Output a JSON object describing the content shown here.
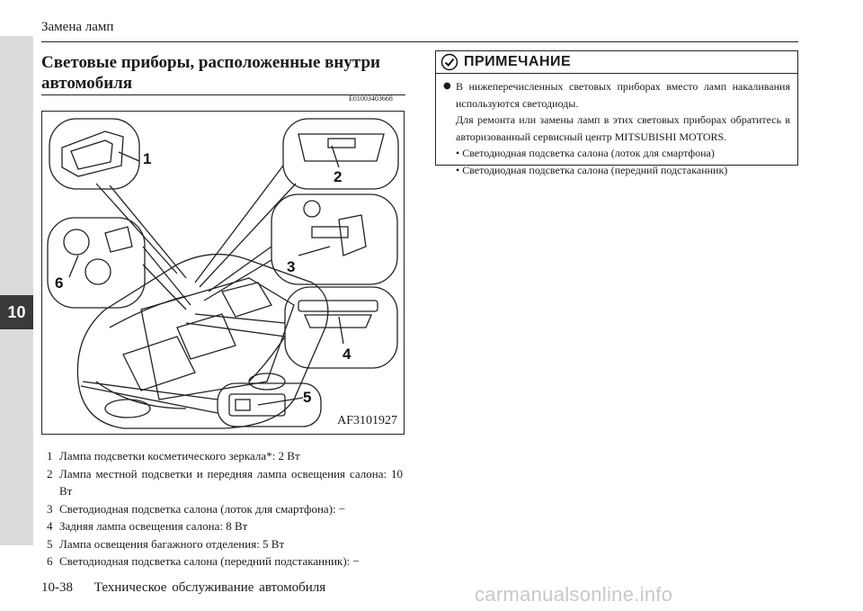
{
  "header": {
    "running_head": "Замена ламп"
  },
  "chapter_tab": {
    "label": "10"
  },
  "section": {
    "title_line1": "Световые приборы, расположенные внутри",
    "title_line2": "автомобиля",
    "doc_code": "E01003403668"
  },
  "figure": {
    "code": "AF3101927",
    "callouts": [
      "1",
      "2",
      "3",
      "4",
      "5",
      "6"
    ]
  },
  "legend": [
    {
      "num": "1",
      "text": "Лампа подсветки косметического зеркала*: 2 Вт"
    },
    {
      "num": "2",
      "text": "Лампа местной подсветки и передняя лампа освещения салона: 10 Вт"
    },
    {
      "num": "3",
      "text": "Светодиодная подсветка салона (лоток для смартфона): −"
    },
    {
      "num": "4",
      "text": "Задняя лампа освещения салона: 8 Вт"
    },
    {
      "num": "5",
      "text": "Лампа освещения багажного отделения: 5 Вт"
    },
    {
      "num": "6",
      "text": "Светодиодная подсветка салона (передний подстаканник): −"
    }
  ],
  "note": {
    "title": "ПРИМЕЧАНИЕ",
    "icon": "note-checkmark-icon",
    "para1": "В нижеперечисленных световых приборах вместо ламп накаливания используются светодиоды.",
    "para2": "Для ремонта или замены ламп в этих световых приборах обратитесь в авторизованный сервисный центр MITSUBISHI MOTORS.",
    "items": [
      "• Светодиодная подсветка салона (лоток для смартфона)",
      "• Светодиодная подсветка салона (передний подстаканник)"
    ]
  },
  "footer": {
    "page_number": "10-38",
    "chapter_title": "Техническое обслуживание автомобиля"
  },
  "watermark": "carmanualsonline.info"
}
